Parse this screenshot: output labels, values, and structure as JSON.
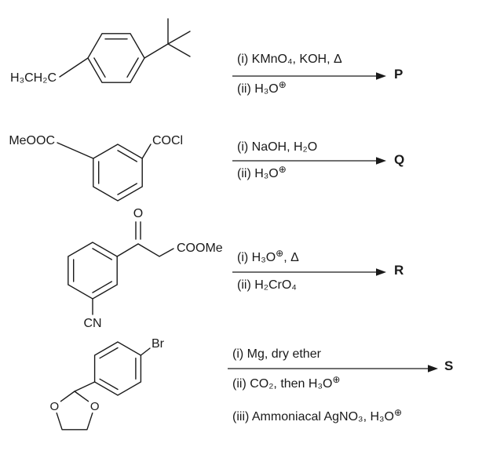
{
  "reactions": [
    {
      "product": "P",
      "above": [
        {
          "t": "(i) KMnO₄, KOH, Δ"
        }
      ],
      "below1": [
        {
          "t": "(ii) H₃O"
        },
        {
          "t": "⊕"
        }
      ]
    },
    {
      "product": "Q",
      "above": [
        {
          "t": "(i) NaOH, H₂O"
        }
      ],
      "below1": [
        {
          "t": "(ii) H₃O"
        },
        {
          "t": "⊕"
        }
      ]
    },
    {
      "product": "R",
      "above": [
        {
          "t": "(i) H₃O"
        },
        {
          "t": "⊕"
        },
        {
          "t": ", Δ"
        }
      ],
      "below1": [
        {
          "t": "(ii) H₂CrO₄"
        }
      ]
    },
    {
      "product": "S",
      "above": [
        {
          "t": "(i) Mg, dry ether"
        }
      ],
      "below1": [
        {
          "t": "(ii) CO₂, then H₃O"
        },
        {
          "t": "⊕"
        }
      ],
      "below2": [
        {
          "t": "(iii) Ammoniacal AgNO₃, H₃O"
        },
        {
          "t": "⊕"
        }
      ]
    }
  ],
  "structures": {
    "s1": {
      "ethyl": "H₃CH₂C"
    },
    "s2": {
      "ester": "MeOOC",
      "acyl_chloride": "COCl"
    },
    "s3": {
      "carbonyl_oxygen": "O",
      "ester": "COOMe",
      "nitrile": "CN"
    },
    "s4": {
      "bromo": "Br",
      "oxygen_left": "O",
      "oxygen_right": "O"
    }
  }
}
